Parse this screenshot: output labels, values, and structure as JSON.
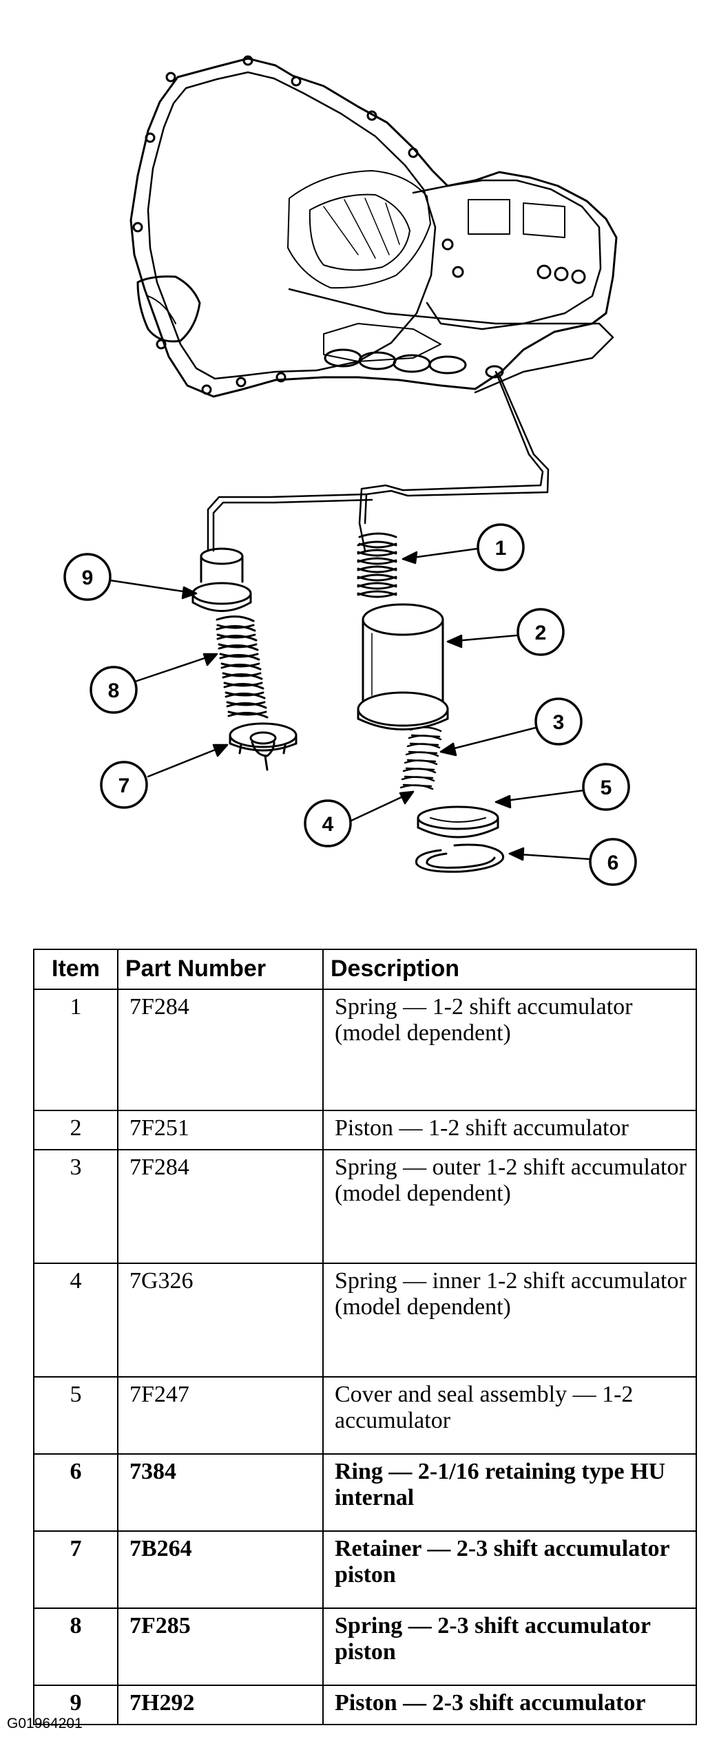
{
  "callouts": [
    "1",
    "2",
    "3",
    "4",
    "5",
    "6",
    "7",
    "8",
    "9"
  ],
  "table": {
    "headers": {
      "item": "Item",
      "part_number": "Part Number",
      "description": "Description"
    },
    "rows": [
      {
        "item": "1",
        "part_number": "7F284",
        "description": "Spring — 1-2 shift accumulator (model dependent)"
      },
      {
        "item": "2",
        "part_number": "7F251",
        "description": "Piston — 1-2 shift accumulator"
      },
      {
        "item": "3",
        "part_number": "7F284",
        "description": "Spring — outer 1-2 shift accumulator (model dependent)"
      },
      {
        "item": "4",
        "part_number": "7G326",
        "description": "Spring — inner 1-2 shift accumulator (model dependent)"
      },
      {
        "item": "5",
        "part_number": "7F247",
        "description": "Cover and seal assembly — 1-2 accumulator"
      },
      {
        "item": "6",
        "part_number": "7384",
        "description": "Ring — 2-1/16 retaining type HU internal"
      },
      {
        "item": "7",
        "part_number": "7B264",
        "description": "Retainer — 2-3 shift accumulator piston"
      },
      {
        "item": "8",
        "part_number": "7F285",
        "description": "Spring — 2-3 shift accumulator piston"
      },
      {
        "item": "9",
        "part_number": "7H292",
        "description": "Piston — 2-3 shift accumulator"
      }
    ]
  },
  "figure_id": "G01964201"
}
